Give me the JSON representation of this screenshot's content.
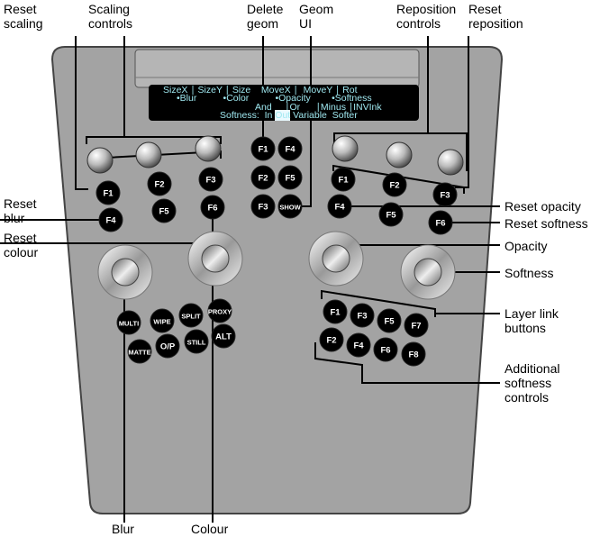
{
  "callouts": {
    "reset_scaling": "Reset\nscaling",
    "scaling_controls": "Scaling\ncontrols",
    "delete_geom": "Delete\ngeom",
    "geom_ui": "Geom\nUI",
    "reposition_controls": "Reposition\ncontrols",
    "reset_reposition": "Reset\nreposition",
    "reset_blur": "Reset\nblur",
    "reset_colour": "Reset\ncolour",
    "reset_opacity": "Reset opacity",
    "reset_softness": "Reset softness",
    "opacity": "Opacity",
    "softness": "Softness",
    "layer_link_buttons": "Layer link\nbuttons",
    "additional_softness": "Additional\nsoftness\ncontrols",
    "blur": "Blur",
    "colour": "Colour"
  },
  "display": {
    "row1": "SizeX ∣ SizeY ∣ Size    MoveX ∣  MoveY ∣ Rot",
    "row2": "•Blur          •Color          •Opacity        •Softness",
    "row3": "And     ∣Or      ∣Minus ∣INVInk",
    "row4_prefix": "Softness:  In ",
    "row4_selected": "Out",
    "row4_suffix": " Variable  Softer"
  },
  "buttons": {
    "left": [
      "F1",
      "F2",
      "F3",
      "F4",
      "F5",
      "F6"
    ],
    "center": [
      "F1",
      "F4",
      "F2",
      "F5",
      "F3",
      "SHOW"
    ],
    "right": [
      "F1",
      "F2",
      "F3",
      "F4",
      "F5",
      "F6"
    ],
    "mode": [
      "MULTI",
      "WIPE",
      "SPLIT",
      "PROXY",
      "MATTE",
      "O/P",
      "STILL",
      "ALT"
    ],
    "layer_link": [
      "F1",
      "F3",
      "F5",
      "F7",
      "F2",
      "F4",
      "F6",
      "F8"
    ]
  },
  "colors": {
    "panel": "#a3a3a3",
    "button": "#000000",
    "screen_text": "#9fe8f0"
  }
}
